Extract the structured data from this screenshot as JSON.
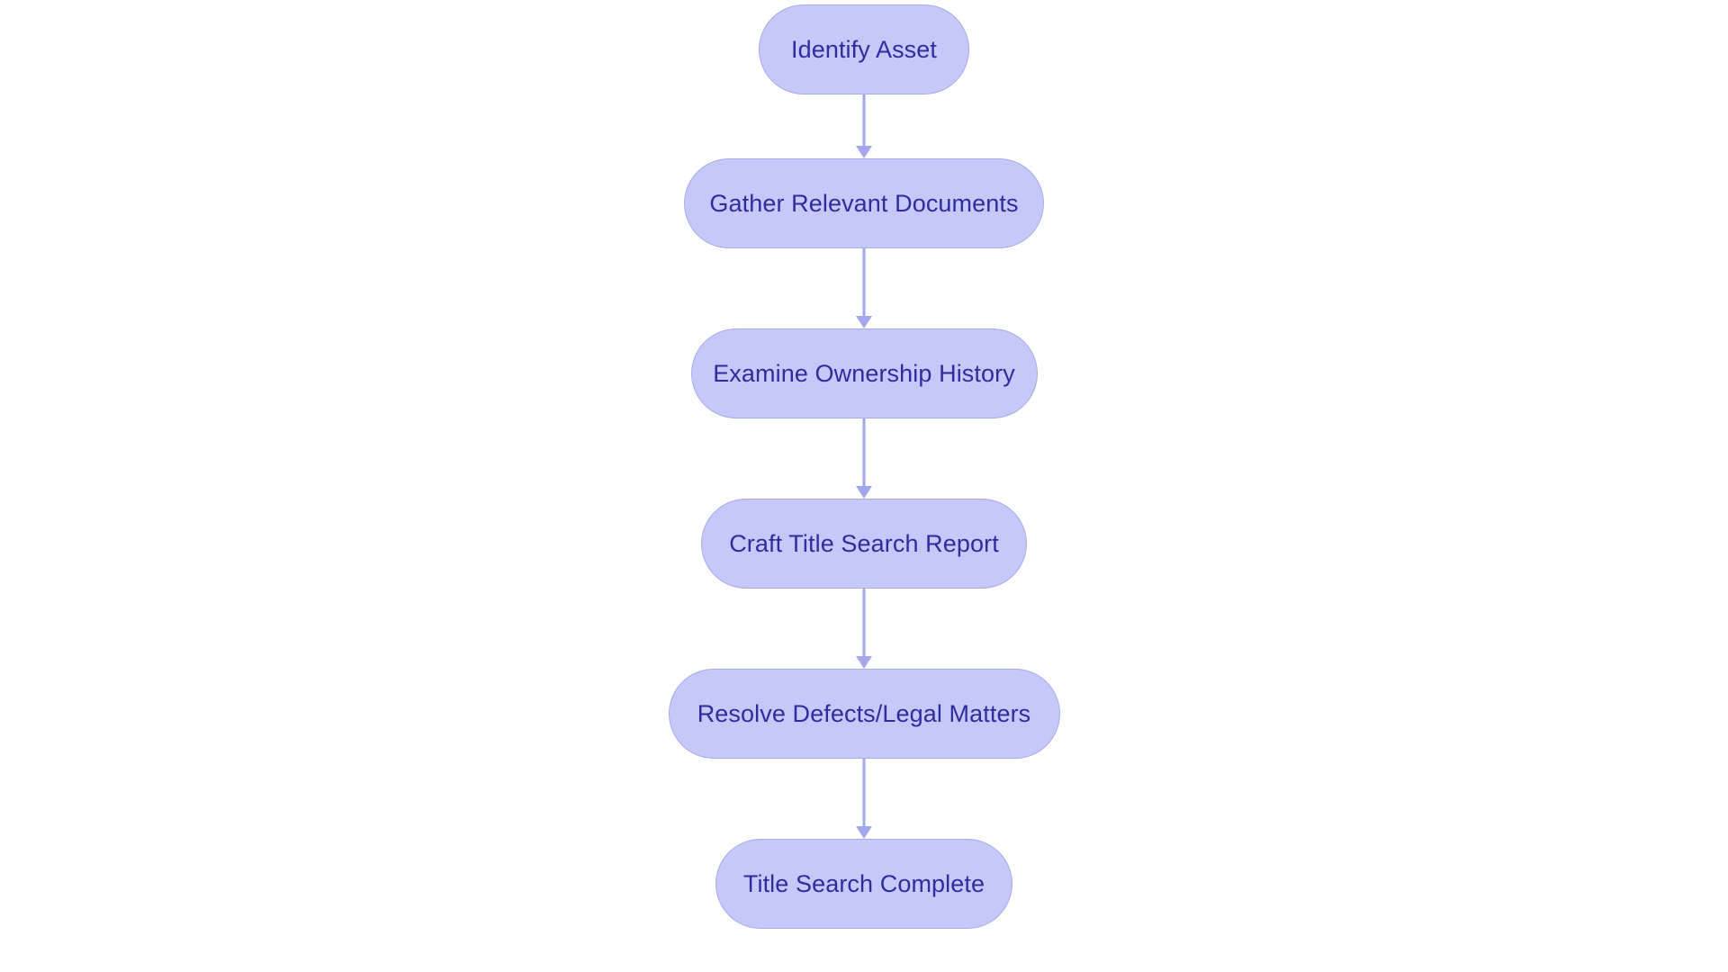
{
  "diagram": {
    "kind": "flowchart",
    "orientation": "top-to-bottom",
    "background_color": "#ffffff",
    "node_fill_color": "#c6c8fa",
    "node_border_color": "#a8ade8",
    "node_text_color": "#2d2d9e",
    "edge_color": "#a3a8ee",
    "node_shape": "stadium",
    "nodes": [
      {
        "id": "n1",
        "label": "Identify Asset"
      },
      {
        "id": "n2",
        "label": "Gather Relevant Documents"
      },
      {
        "id": "n3",
        "label": "Examine Ownership History"
      },
      {
        "id": "n4",
        "label": "Craft Title Search Report"
      },
      {
        "id": "n5",
        "label": "Resolve Defects/Legal Matters"
      },
      {
        "id": "n6",
        "label": "Title Search Complete"
      }
    ],
    "edges": [
      {
        "from": "n1",
        "to": "n2",
        "label": "",
        "arrow": "arrow-down-icon"
      },
      {
        "from": "n2",
        "to": "n3",
        "label": "",
        "arrow": "arrow-down-icon"
      },
      {
        "from": "n3",
        "to": "n4",
        "label": "",
        "arrow": "arrow-down-icon"
      },
      {
        "from": "n4",
        "to": "n5",
        "label": "",
        "arrow": "arrow-down-icon"
      },
      {
        "from": "n5",
        "to": "n6",
        "label": "",
        "arrow": "arrow-down-icon"
      }
    ]
  }
}
